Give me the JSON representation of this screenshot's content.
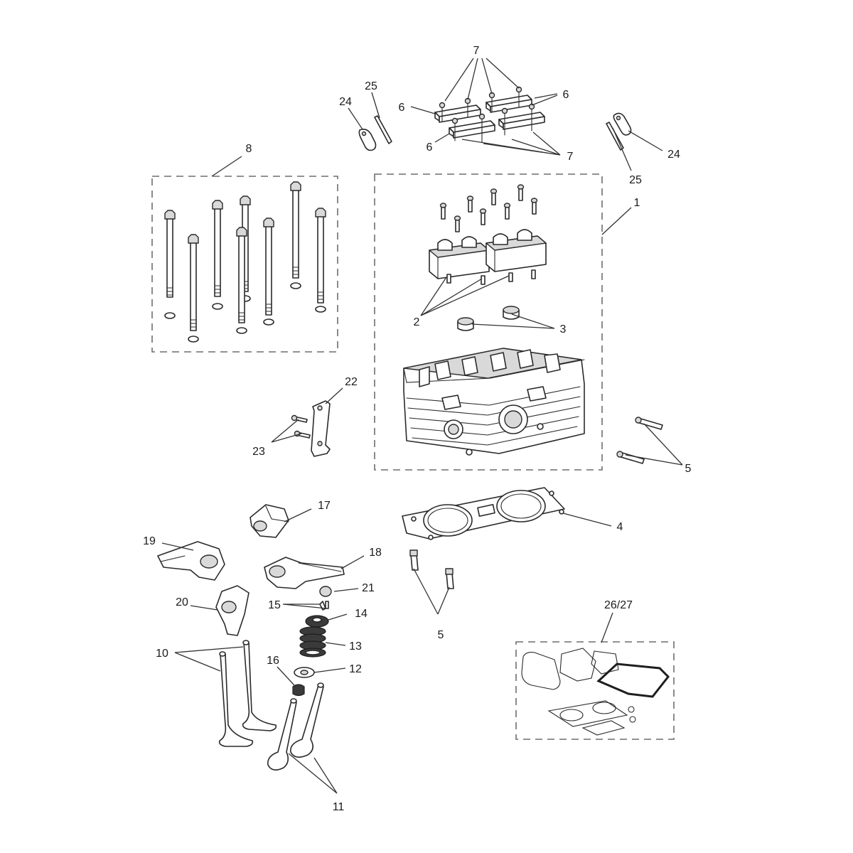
{
  "callouts": {
    "c1": "1",
    "c2": "2",
    "c3": "3",
    "c4": "4",
    "c5a": "5",
    "c5b": "5",
    "c6a": "6",
    "c6b": "6",
    "c6c": "6",
    "c7a": "7",
    "c7b": "7",
    "c8": "8",
    "c10": "10",
    "c11": "11",
    "c12": "12",
    "c13": "13",
    "c14": "14",
    "c15": "15",
    "c16": "16",
    "c17": "17",
    "c18": "18",
    "c19": "19",
    "c20": "20",
    "c21": "21",
    "c22": "22",
    "c23": "23",
    "c24a": "24",
    "c24b": "24",
    "c25a": "25",
    "c25b": "25",
    "c26": "26/27"
  }
}
